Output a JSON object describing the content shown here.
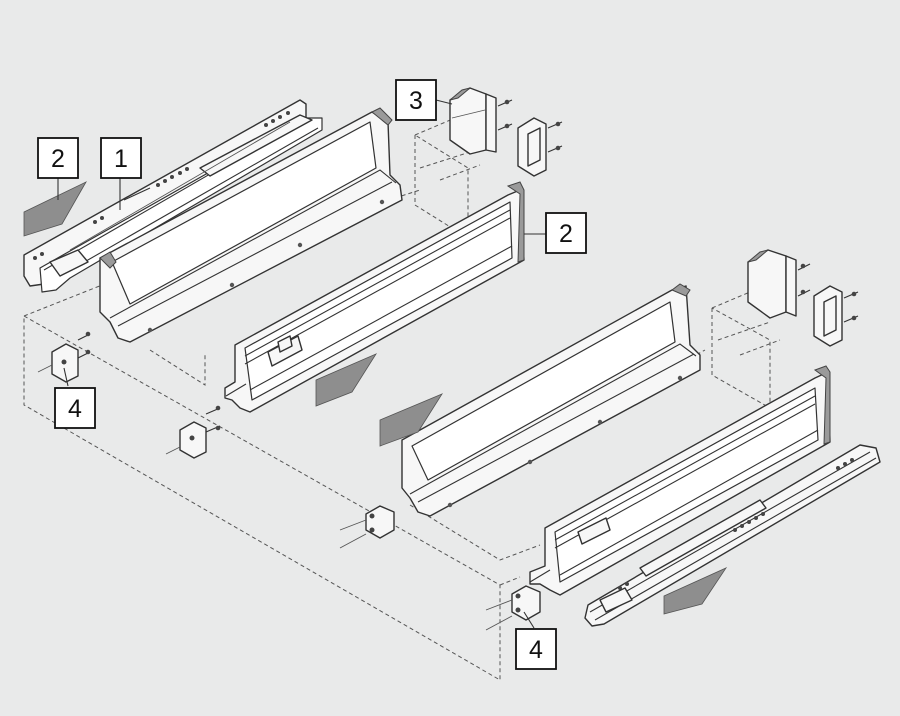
{
  "diagram": {
    "background_color": "#e9eaea",
    "line_color": "#333333",
    "panel_color": "#f4f4f4",
    "shadow_color": "#8c8c8c",
    "callouts": [
      {
        "id": "c1",
        "label": "1"
      },
      {
        "id": "c2a",
        "label": "2"
      },
      {
        "id": "c2b",
        "label": "2"
      },
      {
        "id": "c3",
        "label": "3"
      },
      {
        "id": "c4a",
        "label": "4"
      },
      {
        "id": "c4b",
        "label": "4"
      }
    ]
  }
}
